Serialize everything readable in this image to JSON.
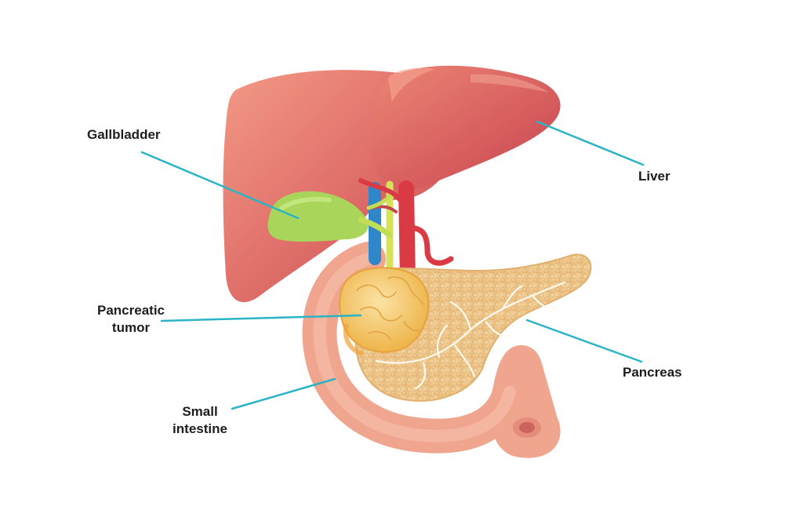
{
  "labels": {
    "gallbladder": "Gallbladder",
    "liver": "Liver",
    "pancreatic_tumor": [
      "Pancreatic",
      "tumor"
    ],
    "pancreas": "Pancreas",
    "small_intestine": [
      "Small",
      "intestine"
    ]
  },
  "colors": {
    "leader_line": "#2bb3c6",
    "liver": "#d9625f",
    "liver_dark": "#c2474d",
    "gallbladder": "#a9d65a",
    "bile_duct": "#d6e35a",
    "portal_vein": "#2f86c9",
    "artery": "#d93a44",
    "pancreas": "#efc98e",
    "tumor": "#f2c14e",
    "intestine": "#f0a58f"
  }
}
